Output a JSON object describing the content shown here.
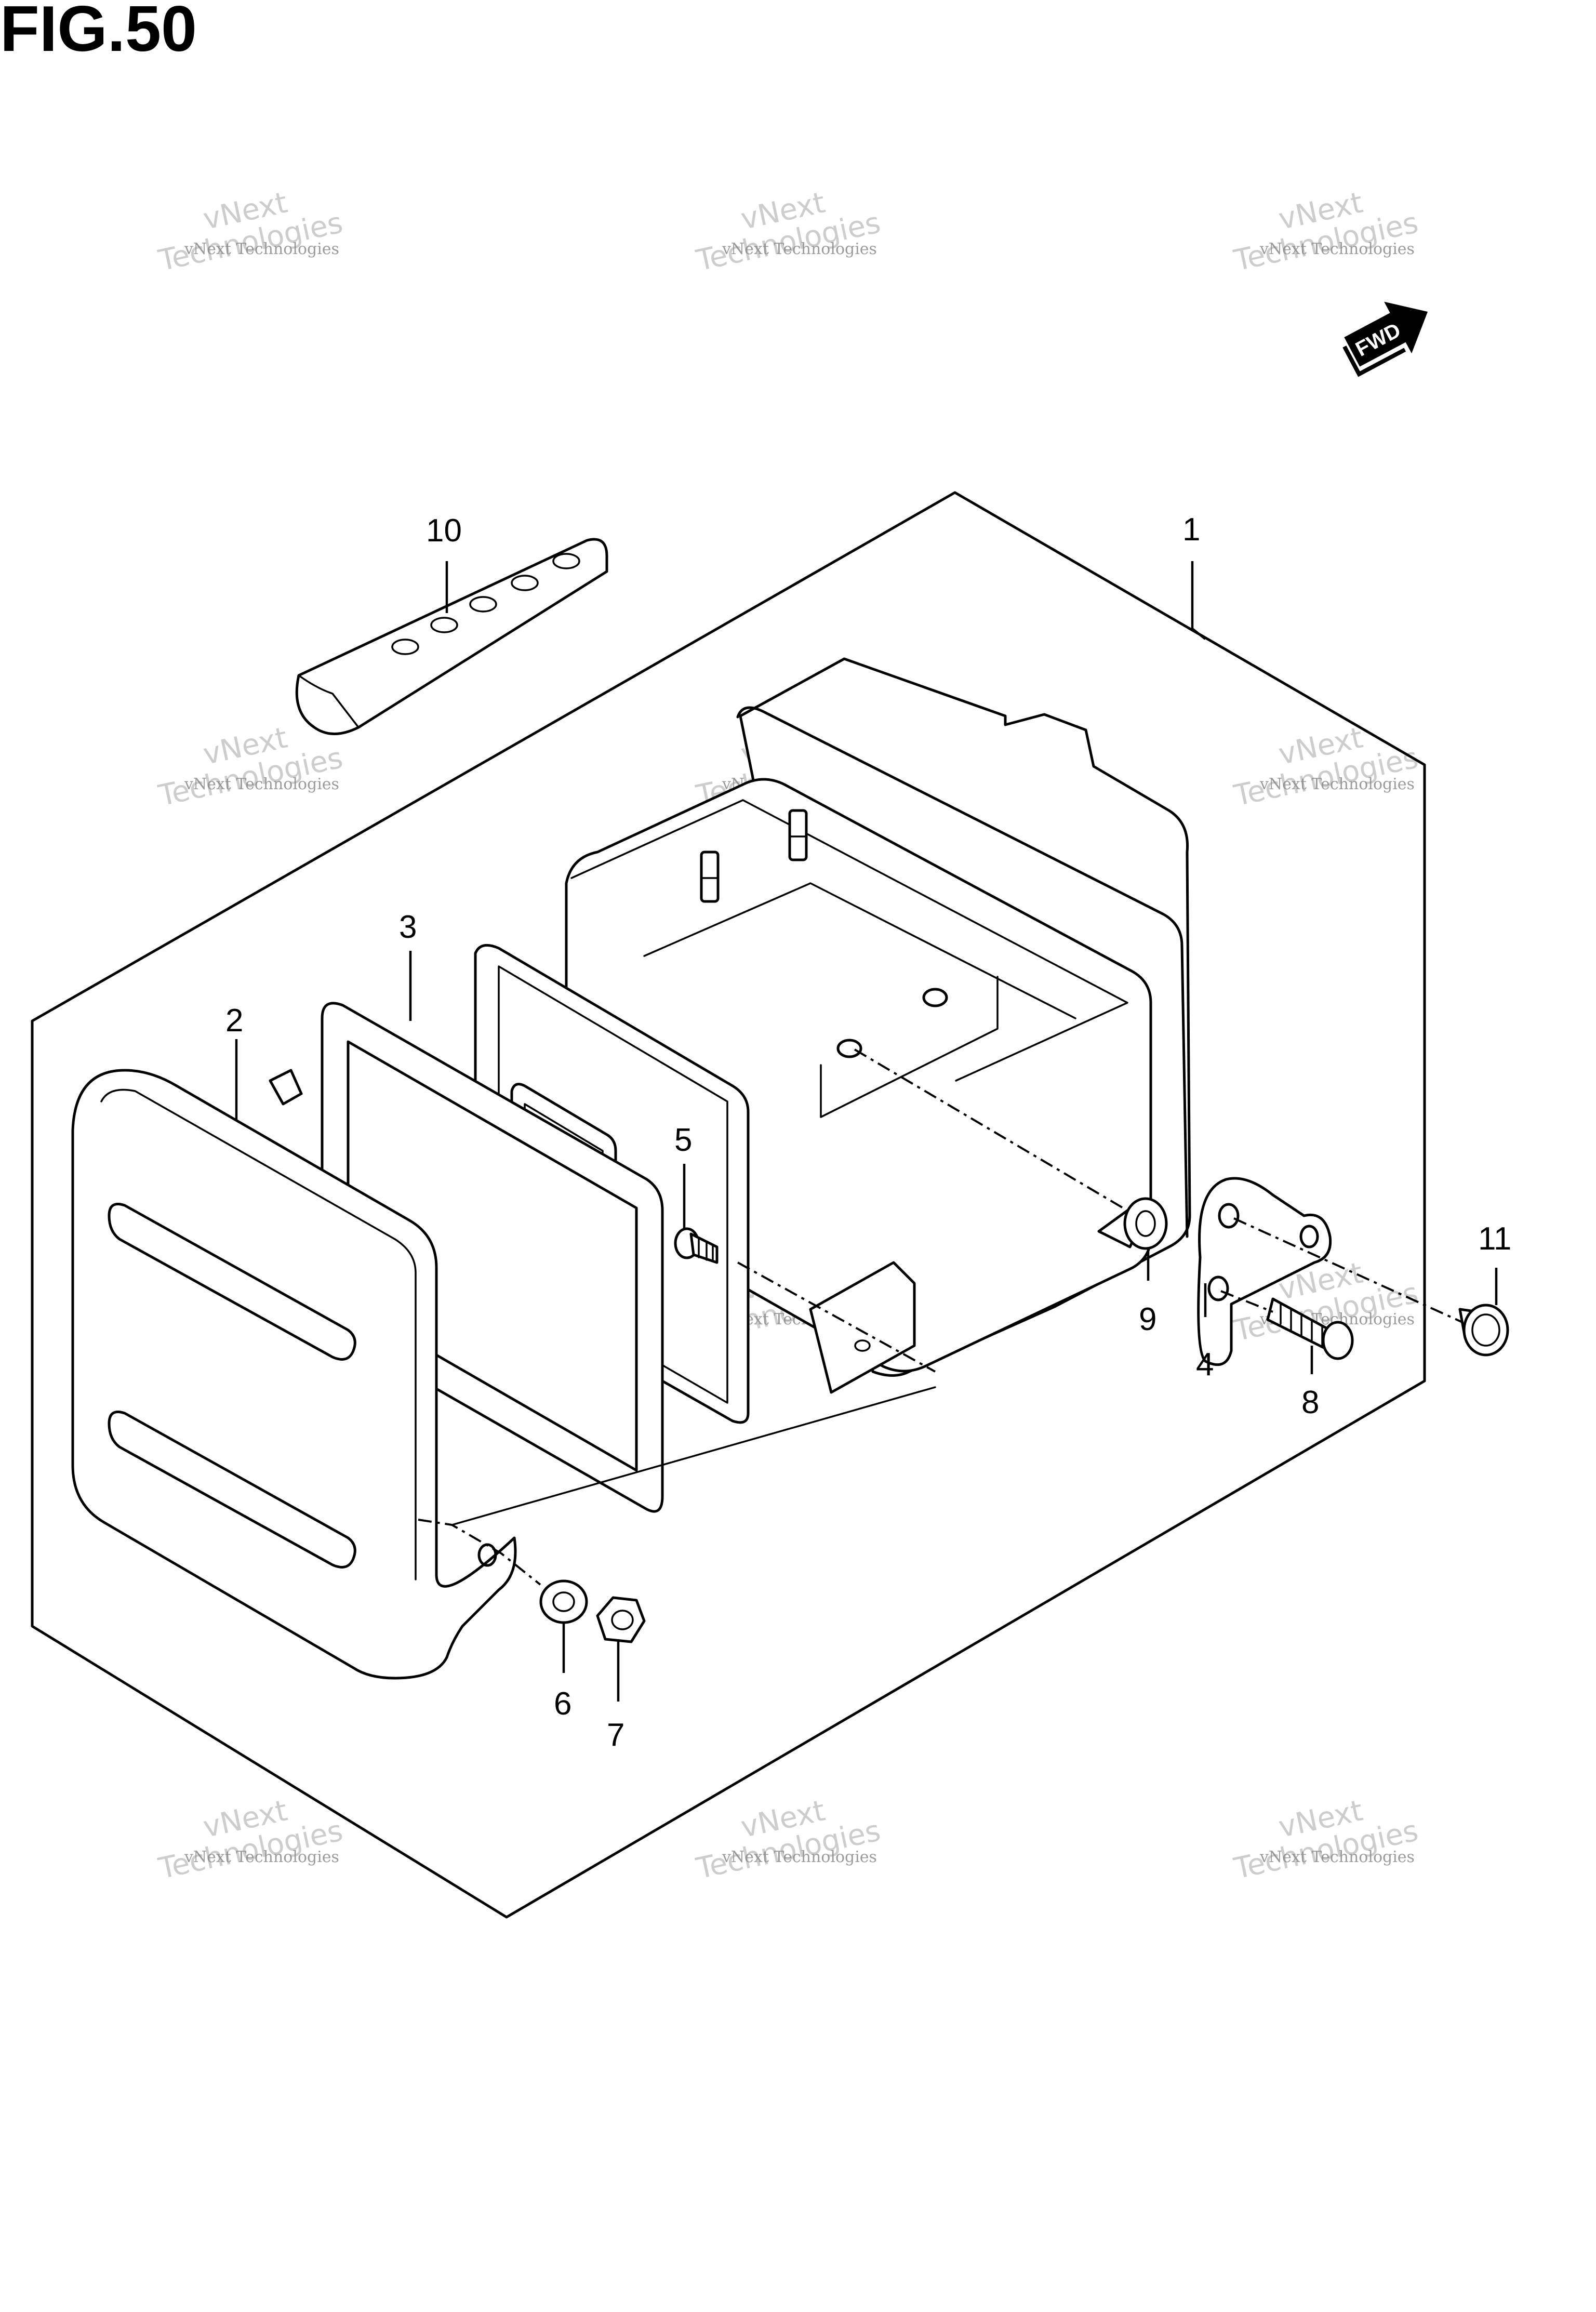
{
  "figure": {
    "title": "FIG.50"
  },
  "fwd_badge": {
    "label": "FWD"
  },
  "callouts": [
    {
      "id": "1",
      "label": "1"
    },
    {
      "id": "2",
      "label": "2"
    },
    {
      "id": "3",
      "label": "3"
    },
    {
      "id": "4",
      "label": "4"
    },
    {
      "id": "5",
      "label": "5"
    },
    {
      "id": "6",
      "label": "6"
    },
    {
      "id": "7",
      "label": "7"
    },
    {
      "id": "8",
      "label": "8"
    },
    {
      "id": "9",
      "label": "9"
    },
    {
      "id": "10",
      "label": "10"
    },
    {
      "id": "11",
      "label": "11"
    }
  ],
  "watermark": {
    "line_small": "vNext Technologies",
    "line_big_1": "vNext",
    "line_big_2": "Technologies"
  }
}
